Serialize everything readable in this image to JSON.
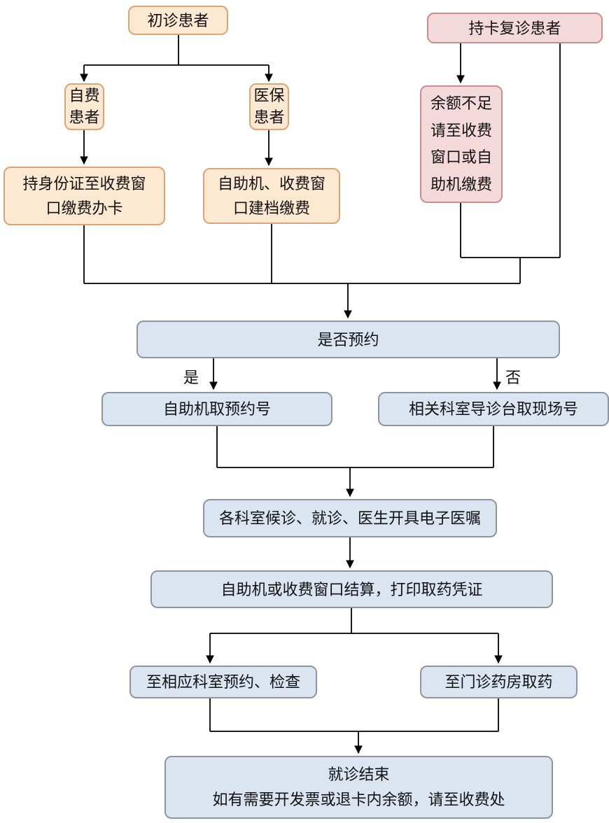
{
  "diagram": {
    "type": "flowchart",
    "language": "zh-CN",
    "description_visible_only": true
  },
  "nodes": {
    "first_visit": {
      "label": "初诊患者"
    },
    "return_visit": {
      "label": "持卡复诊患者"
    },
    "self_pay": {
      "label": "自费\n患者"
    },
    "insurance": {
      "label": "医保\n患者"
    },
    "insufficient_balance": {
      "label": "余额不足\n请至收费\n窗口或自\n助机缴费"
    },
    "id_card_pay": {
      "label": "持身份证至收费窗\n口缴费办卡"
    },
    "register_pay": {
      "label": "自助机、收费窗\n口建档缴费"
    },
    "appointment_check": {
      "label": "是否预约"
    },
    "take_appointment_number": {
      "label": "自助机取预约号"
    },
    "take_onsite_number": {
      "label": "相关科室导诊台取现场号"
    },
    "department_visit": {
      "label": "各科室候诊、就诊、医生开具电子医嘱"
    },
    "settlement": {
      "label": "自助机或收费窗口结算，打印取药凭证"
    },
    "department_exam": {
      "label": "至相应科室预约、检查"
    },
    "pharmacy": {
      "label": "至门诊药房取药"
    },
    "end": {
      "label": "就诊结束\n如有需要开发票或退卡内余额，请至收费处"
    }
  },
  "edge_labels": {
    "yes": "是",
    "no": "否"
  },
  "colors": {
    "peach_fill": "#fde8d1",
    "peach_border": "#dda475",
    "pink_fill": "#f3d9d9",
    "pink_border": "#c98f8f",
    "blue_fill": "#dbe5f1",
    "blue_border": "#8e959f",
    "line_color": "#000000",
    "text_color": "#111111"
  }
}
